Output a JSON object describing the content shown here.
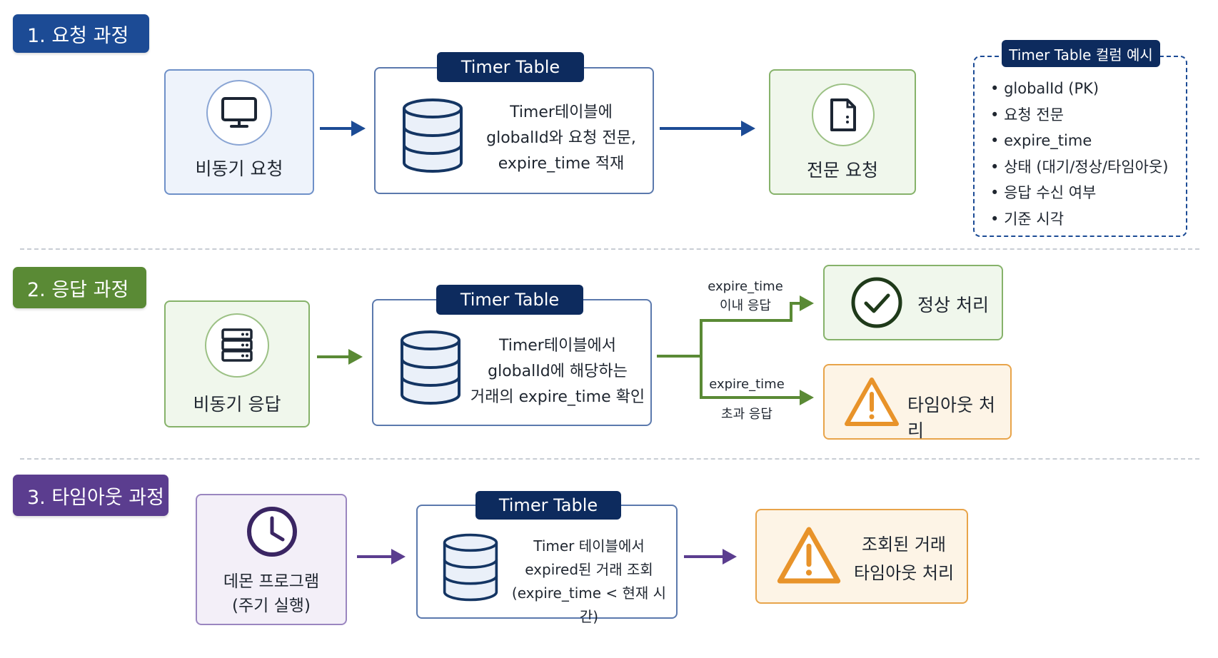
{
  "colors": {
    "blue": "#1c4b95",
    "navy": "#0d2b5e",
    "green": "#5a8a35",
    "purple": "#5b3d8f",
    "orange": "#e8932a"
  },
  "section1": {
    "title": "1. 요청 과정",
    "client_label": "비동기 요청",
    "client_icon": "monitor-icon",
    "timer_header": "Timer Table",
    "timer_lines": [
      "Timer테이블에",
      "globalId와 요청 전문,",
      "expire_time 적재"
    ],
    "request_label": "전문 요청",
    "request_icon": "document-icon"
  },
  "columns": {
    "title": "Timer Table 컬럼 예시",
    "items": [
      "globalId (PK)",
      "요청 전문",
      "expire_time",
      "상태 (대기/정상/타임아웃)",
      "응답 수신 여부",
      "기준 시각"
    ]
  },
  "section2": {
    "title": "2. 응답 과정",
    "server_label": "비동기 응답",
    "server_icon": "server-icon",
    "timer_header": "Timer Table",
    "timer_lines": [
      "Timer테이블에서",
      "globalId에 해당하는",
      "거래의 expire_time 확인"
    ],
    "within_label_1": "expire_time",
    "within_label_2": "이내 응답",
    "exceed_label_1": "expire_time",
    "exceed_label_2": "초과 응답",
    "normal_label": "정상 처리",
    "normal_icon": "check-circle-icon",
    "timeout_label": "타임아웃 처리",
    "timeout_icon": "warning-icon"
  },
  "section3": {
    "title": "3. 타임아웃 과정",
    "daemon_line1": "데몬 프로그램",
    "daemon_line2": "(주기 실행)",
    "daemon_icon": "clock-icon",
    "timer_header": "Timer Table",
    "timer_lines": [
      "Timer 테이블에서",
      "expired된 거래 조회",
      "(expire_time < 현재 시간)"
    ],
    "result_line1": "조회된 거래",
    "result_line2": "타임아웃 처리",
    "result_icon": "warning-icon"
  }
}
